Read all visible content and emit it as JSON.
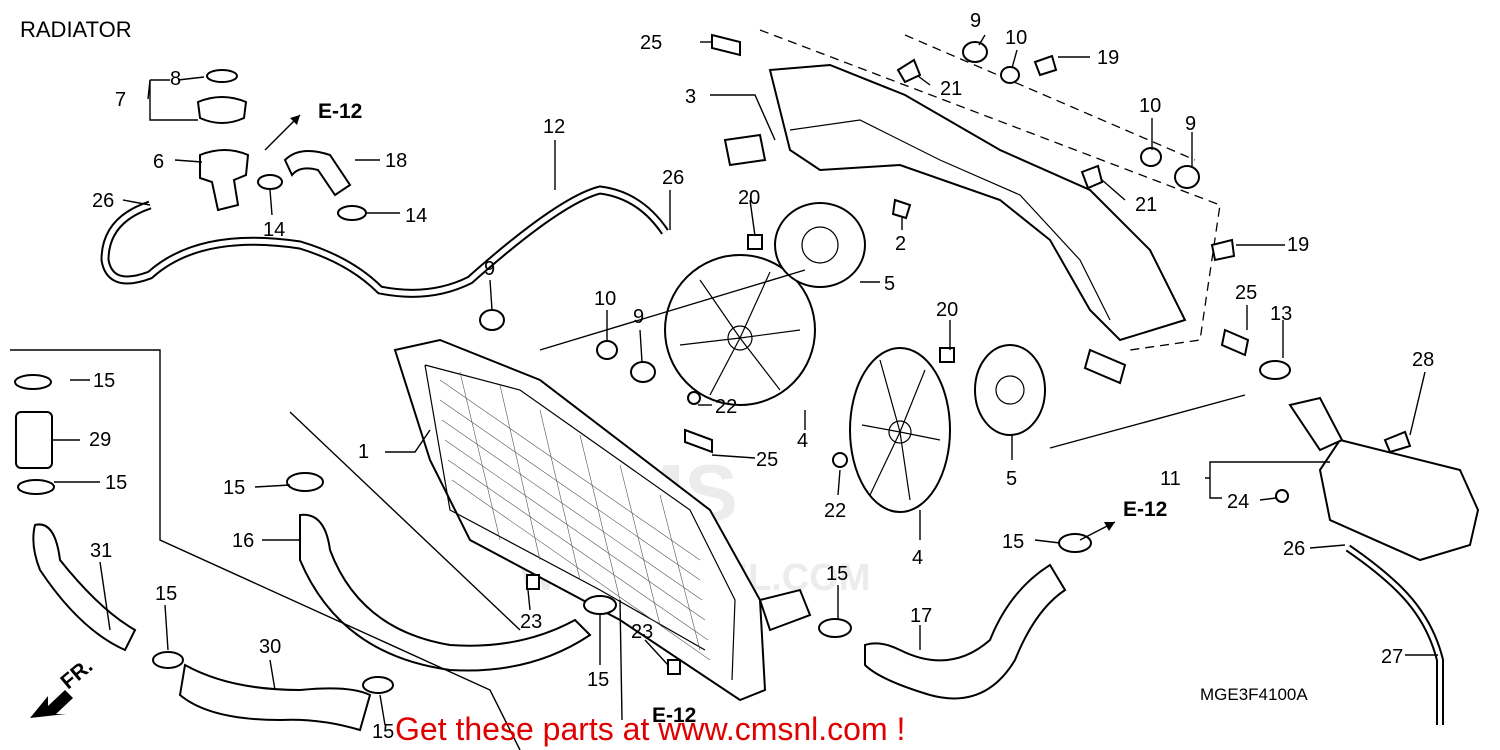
{
  "title": "RADIATOR",
  "diagram_code": "MGE3F4100A",
  "direction_label": "FR.",
  "watermark": "CMS",
  "watermark_url": "WWW.CMSNL.COM",
  "promo": "Get these parts at www.cmsnl.com !",
  "refs": {
    "e12": "E-12"
  },
  "callouts": {
    "n1": "1",
    "n2": "2",
    "n3": "3",
    "n4": "4",
    "n5": "5",
    "n6": "6",
    "n7": "7",
    "n8": "8",
    "n9": "9",
    "n10": "10",
    "n11": "11",
    "n12": "12",
    "n13": "13",
    "n14": "14",
    "n15": "15",
    "n16": "16",
    "n17": "17",
    "n18": "18",
    "n19": "19",
    "n20": "20",
    "n21": "21",
    "n22": "22",
    "n23": "23",
    "n24": "24",
    "n25": "25",
    "n26": "26",
    "n27": "27",
    "n28": "28",
    "n29": "29",
    "n30": "30",
    "n31": "31"
  },
  "colors": {
    "promo": "#e00000",
    "line": "#000000",
    "watermark": "#ececec"
  }
}
